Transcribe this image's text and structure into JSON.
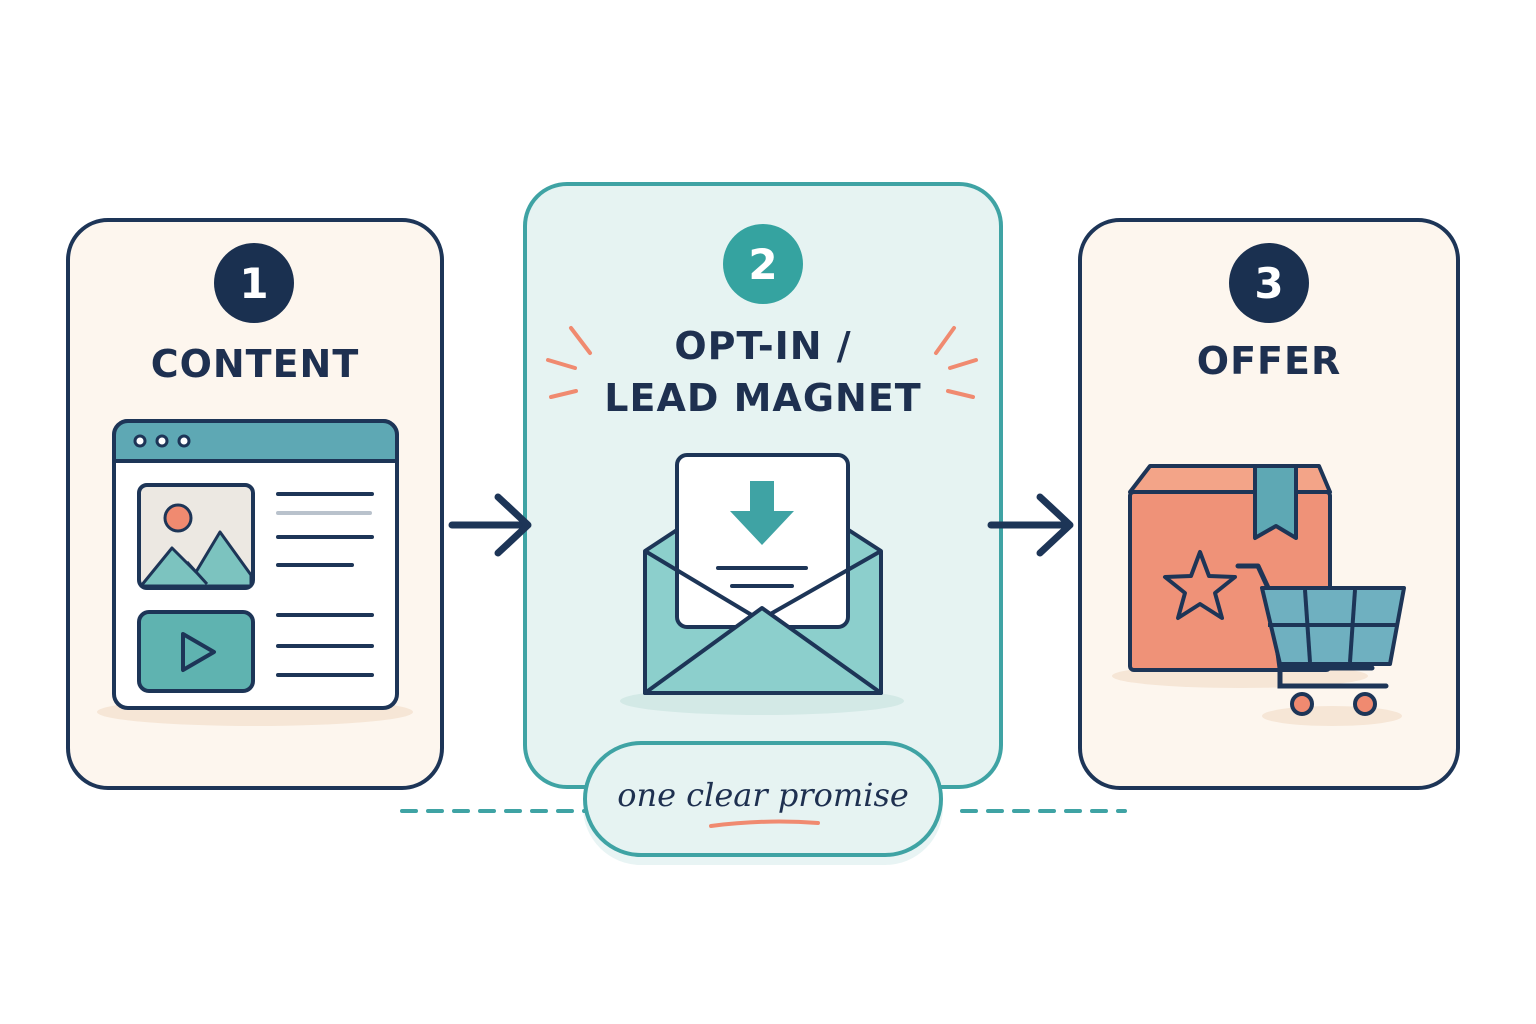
{
  "steps": [
    {
      "number": "1",
      "title_line1": "CONTENT",
      "title_line2": "",
      "icon": "browser-window-icon"
    },
    {
      "number": "2",
      "title_line1": "OPT-IN /",
      "title_line2": "LEAD MAGNET",
      "icon": "envelope-download-icon"
    },
    {
      "number": "3",
      "title_line1": "OFFER",
      "title_line2": "",
      "icon": "product-box-cart-icon"
    }
  ],
  "callout": {
    "text": "one clear promise"
  },
  "colors": {
    "navy": "#1d3557",
    "teal": "#3fa3a4",
    "coral": "#f08a70",
    "cream": "#fdf6ee",
    "mint": "#e6f3f2"
  }
}
